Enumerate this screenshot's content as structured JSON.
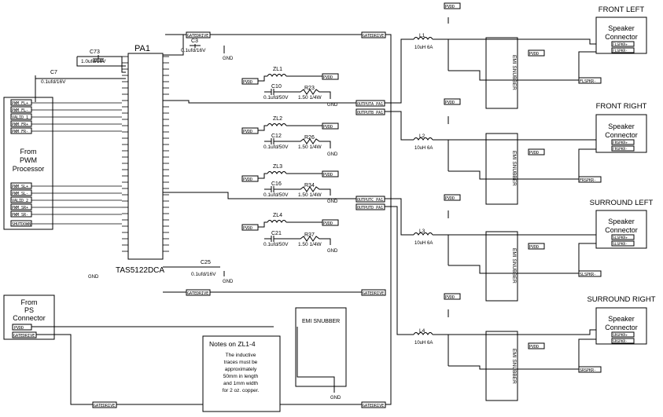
{
  "chip": {
    "name": "PA1",
    "part": "TAS5122DCA"
  },
  "blocks": {
    "pwm": [
      "From",
      "PWM",
      "Processor"
    ],
    "ps": [
      "From",
      "PS",
      "Connector"
    ],
    "spk": [
      "Speaker",
      "Connector"
    ]
  },
  "channels": [
    {
      "title": "FRONT LEFT",
      "inductor": "L1",
      "ind_val": "10uH 6A",
      "snubber": "EMI SNUBBER",
      "pos_net": "FLSPKR+",
      "neg_net": "FLSPKR-"
    },
    {
      "title": "FRONT RIGHT",
      "inductor": "L2",
      "ind_val": "10uH 6A",
      "snubber": "EMI SNUBBER",
      "pos_net": "FRSPKR+",
      "neg_net": "FRSPKR-"
    },
    {
      "title": "SURROUND LEFT",
      "inductor": "L3",
      "ind_val": "10uH 6A",
      "snubber": "EMI SNUBBER",
      "pos_net": "SLSPKR+",
      "neg_net": "SLSPKR-"
    },
    {
      "title": "SURROUND RIGHT",
      "inductor": "L4",
      "ind_val": "10uH 6A",
      "snubber": "EMI SNUBBER",
      "pos_net": "SRSPKR+",
      "neg_net": "SRSPKR-"
    }
  ],
  "zl": [
    {
      "name": "ZL1",
      "cap": "C10",
      "cap_val": "0.1ufd/50V",
      "res": "R23",
      "res_val": "1.50 1/4W"
    },
    {
      "name": "ZL2",
      "cap": "C12",
      "cap_val": "0.1ufd/50V",
      "res": "R26",
      "res_val": "1.50 1/4W"
    },
    {
      "name": "ZL3",
      "cap": "C16",
      "cap_val": "0.1ufd/50V",
      "res": "R34",
      "res_val": "1.50 1/4W"
    },
    {
      "name": "ZL4",
      "cap": "C21",
      "cap_val": "0.1ufd/50V",
      "res": "R37",
      "res_val": "1.50 1/4W"
    }
  ],
  "inputs": {
    "group1": [
      "PWM_FL+",
      "PWM_FL-",
      "VALID_1",
      "PWM_FR+",
      "PWM_FR-"
    ],
    "group2": [
      "PWM_SL+",
      "PWM_SL-",
      "VALID_2",
      "PWM_SR+",
      "PWM_SR-"
    ],
    "shutdown": "SHUTDOWN"
  },
  "ps_nets": [
    "PVDD",
    "GATEDRIVE"
  ],
  "nets": {
    "gatedrive": "GATEDRIVE",
    "pvdd": "PVDD",
    "gnd": "GND"
  },
  "outputs": [
    "OUTPUTA_PA1",
    "OUTPUTB_PA1",
    "OUTPUTC_PA1",
    "OUTPUTD_PA1"
  ],
  "caps": {
    "c73": "C73",
    "c73_val": "1.0ufd/16V",
    "c7": "C7",
    "c7_val": "0.1ufd/16V",
    "c3": "C3",
    "c3_val": "0.1ufd/16V",
    "c25": "C25",
    "c25_val": "0.1ufd/16V"
  },
  "notes": {
    "title": "Notes on ZL1-4",
    "lines": [
      "The inductive",
      "traces must be",
      "approximately",
      "50mm in length",
      "and 1mm width",
      "for 2 oz. copper."
    ]
  }
}
